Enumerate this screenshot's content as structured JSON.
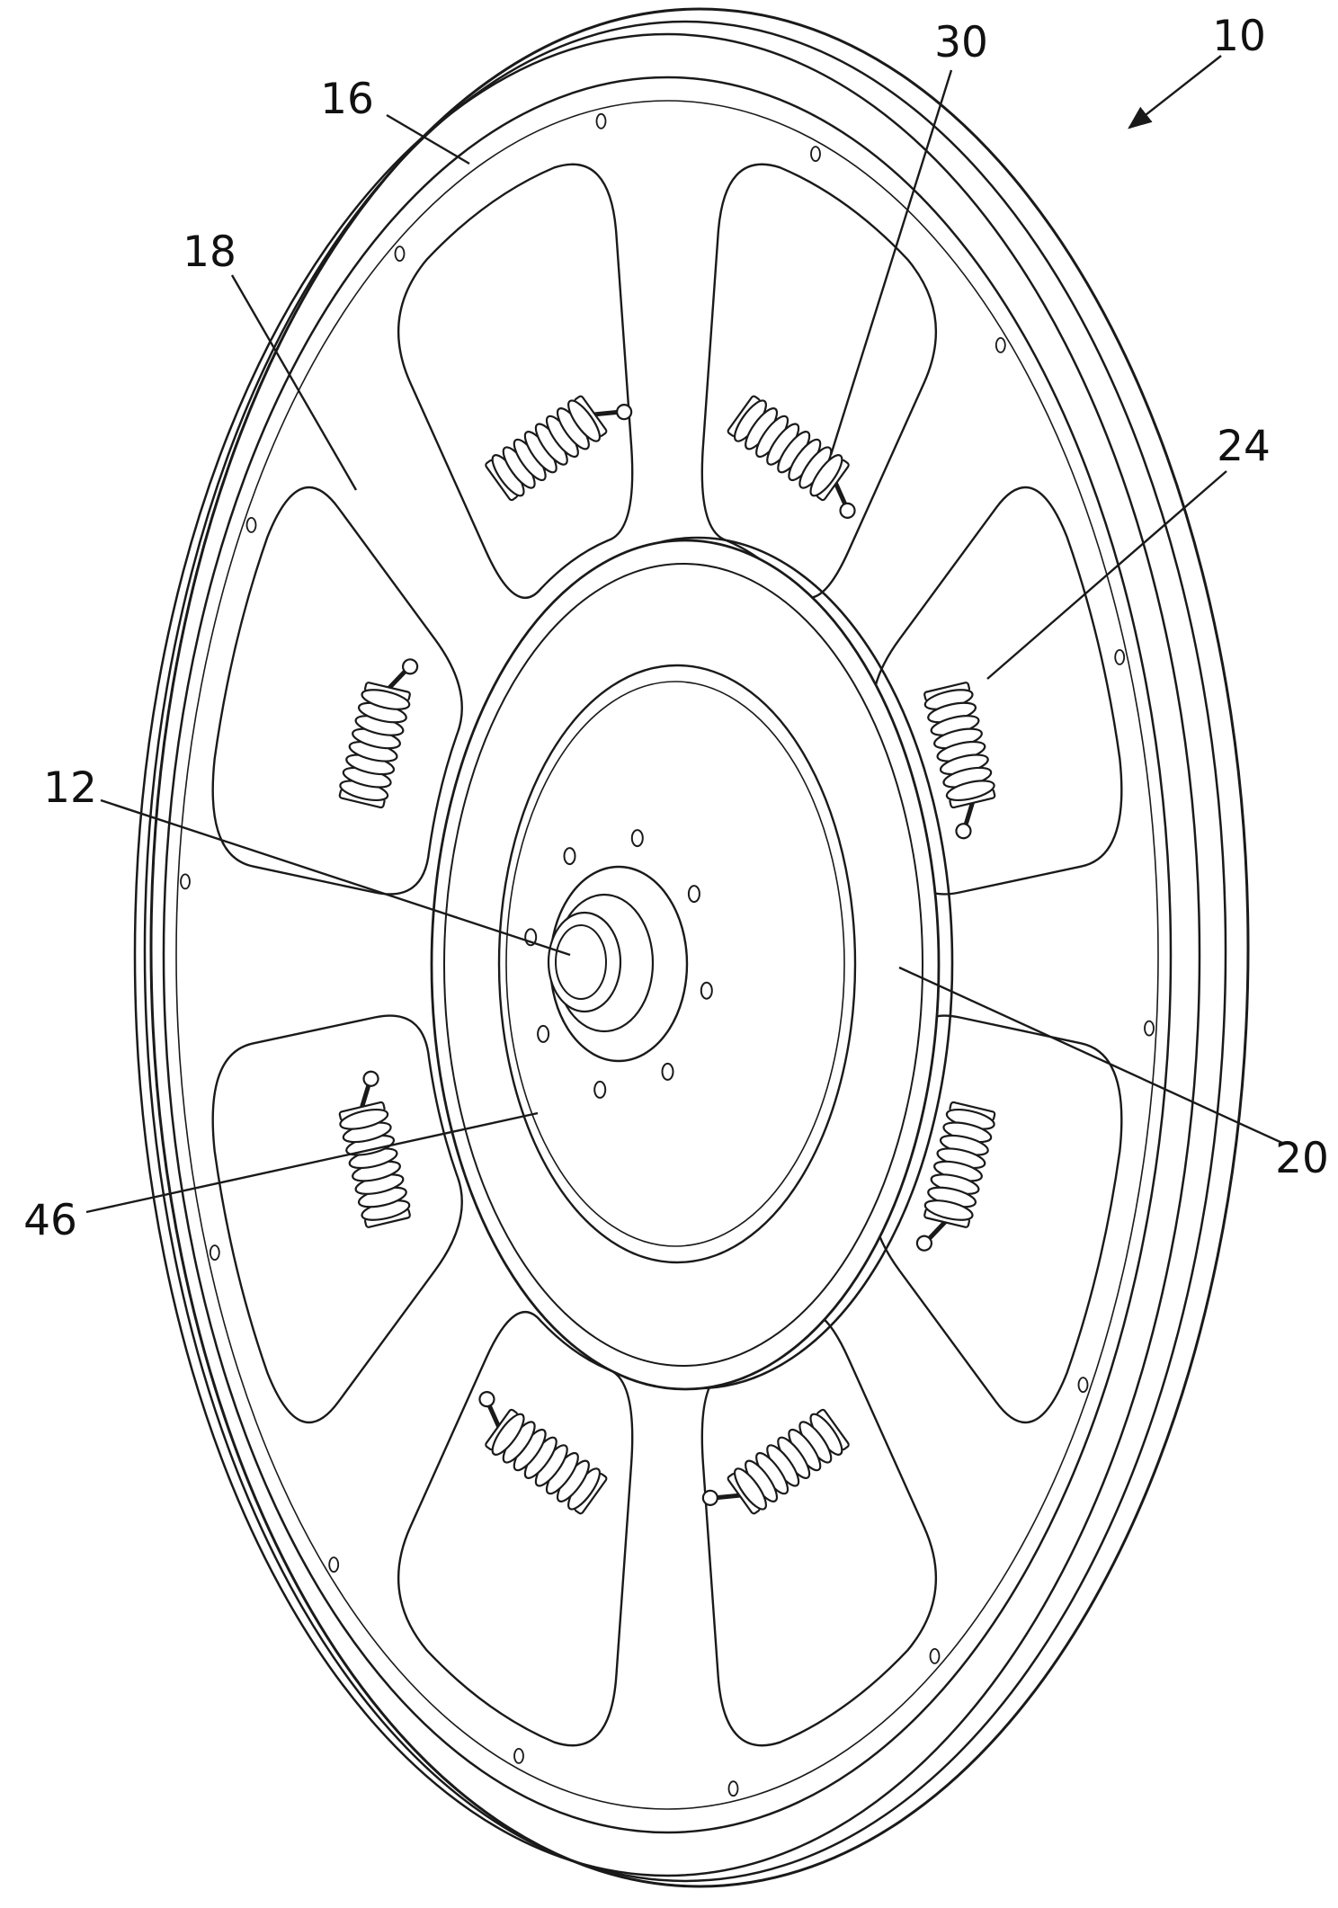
{
  "figure": {
    "background": "#ffffff",
    "ink": "#1a1a1a",
    "reference_numerals": {
      "ref10": "10",
      "ref12": "12",
      "ref16": "16",
      "ref18": "18",
      "ref20": "20",
      "ref24": "24",
      "ref30": "30",
      "ref46": "46"
    }
  }
}
